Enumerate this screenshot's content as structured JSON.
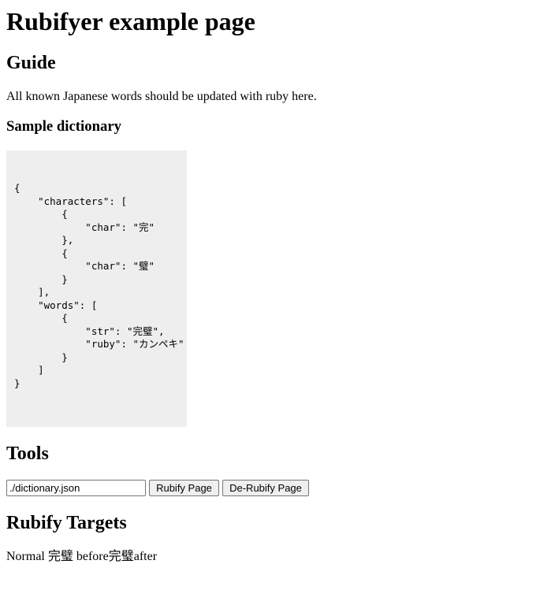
{
  "page": {
    "title": "Rubifyer example page"
  },
  "guide": {
    "heading": "Guide",
    "text": "All known Japanese words should be updated with ruby here."
  },
  "sample": {
    "heading": "Sample dictionary",
    "code": "{\n    \"characters\": [\n        {\n            \"char\": \"完\"\n        },\n        {\n            \"char\": \"璧\"\n        }\n    ],\n    \"words\": [\n        {\n            \"str\": \"完璧\",\n            \"ruby\": \"カンペキ\"\n        }\n    ]\n}"
  },
  "tools": {
    "heading": "Tools",
    "path_value": "./dictionary.json",
    "rubify_label": "Rubify Page",
    "derubify_label": "De-Rubify Page"
  },
  "targets": {
    "heading": "Rubify Targets",
    "text": "Normal 完璧 before完璧after"
  }
}
